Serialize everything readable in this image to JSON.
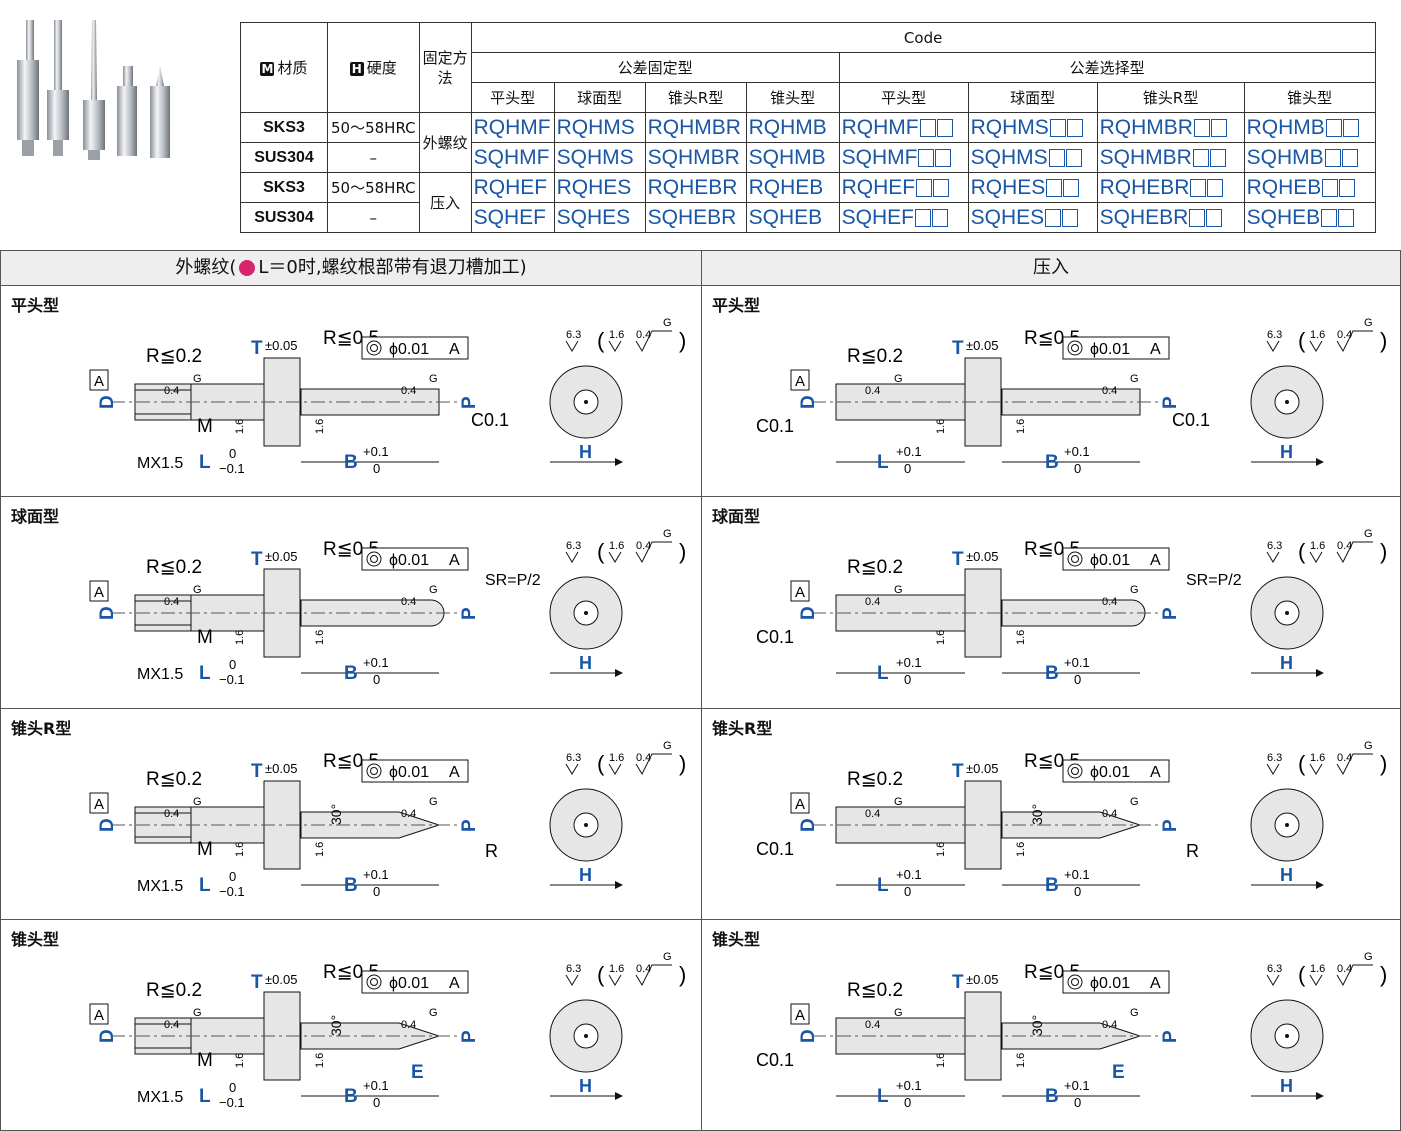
{
  "table": {
    "material_header": "材质",
    "hardness_header": "硬度",
    "fix_header": "固定方法",
    "code_header": "Code",
    "group_fixed": "公差固定型",
    "group_select": "公差选择型",
    "badge_m": "M",
    "badge_h": "H",
    "types": [
      "平头型",
      "球面型",
      "锥头R型",
      "锥头型"
    ],
    "fix_methods": [
      "外螺纹",
      "压入"
    ],
    "rows": [
      {
        "material": "SKS3",
        "hardness": "50～58HRC",
        "fixed": [
          "RQHMF",
          "RQHMS",
          "RQHMBR",
          "RQHMB"
        ],
        "select": [
          "RQHMF",
          "RQHMS",
          "RQHMBR",
          "RQHMB"
        ]
      },
      {
        "material": "SUS304",
        "hardness": "–",
        "fixed": [
          "SQHMF",
          "SQHMS",
          "SQHMBR",
          "SQHMB"
        ],
        "select": [
          "SQHMF",
          "SQHMS",
          "SQHMBR",
          "SQHMB"
        ]
      },
      {
        "material": "SKS3",
        "hardness": "50～58HRC",
        "fixed": [
          "RQHEF",
          "RQHES",
          "RQHEBR",
          "RQHEB"
        ],
        "select": [
          "RQHEF",
          "RQHES",
          "RQHEBR",
          "RQHEB"
        ]
      },
      {
        "material": "SUS304",
        "hardness": "–",
        "fixed": [
          "SQHEF",
          "SQHES",
          "SQHEBR",
          "SQHEB"
        ],
        "select": [
          "SQHEF",
          "SQHES",
          "SQHEBR",
          "SQHEB"
        ]
      }
    ]
  },
  "sections": {
    "left_title": "外螺纹(",
    "left_title_rest": "L＝0时,螺纹根部带有退刀槽加工)",
    "right_title": "压入"
  },
  "labels": {
    "r02": "R≦0.2",
    "r05": "R≦0.5",
    "t": "T",
    "tol": "±0.05",
    "phi": "ϕ0.01",
    "datum": "A",
    "d": "D",
    "p": "P",
    "h": "H",
    "m": "M",
    "mx": "MX1.5",
    "l": "L",
    "b": "B",
    "plus01": "+0.1",
    "zero": "0",
    "minus01": "−0.1",
    "c01": "C0.1",
    "sr": "SR=P/2",
    "r": "R",
    "e": "E",
    "angle": "30°",
    "r04": "0.4",
    "r16": "1.6",
    "r63": "6.3",
    "g": "G",
    "paren_open": "(",
    "paren_close": ")"
  }
}
